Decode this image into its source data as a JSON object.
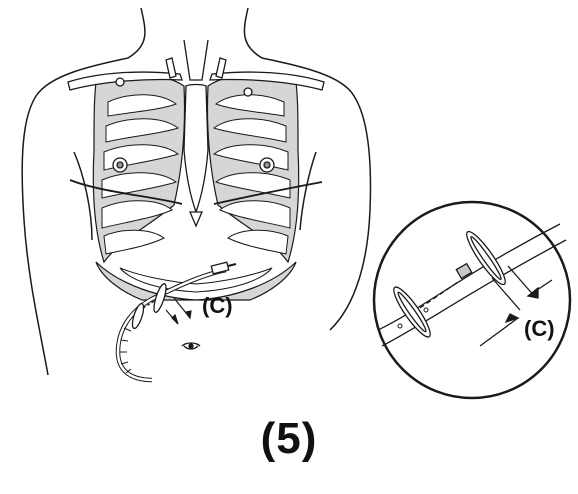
{
  "figure": {
    "callout_label": "(C)",
    "inset_label": "(C)",
    "step_label": "(5)"
  },
  "colors": {
    "line": "#1a1a1a",
    "rib_fill": "#d6d6d6",
    "background": "#ffffff"
  }
}
